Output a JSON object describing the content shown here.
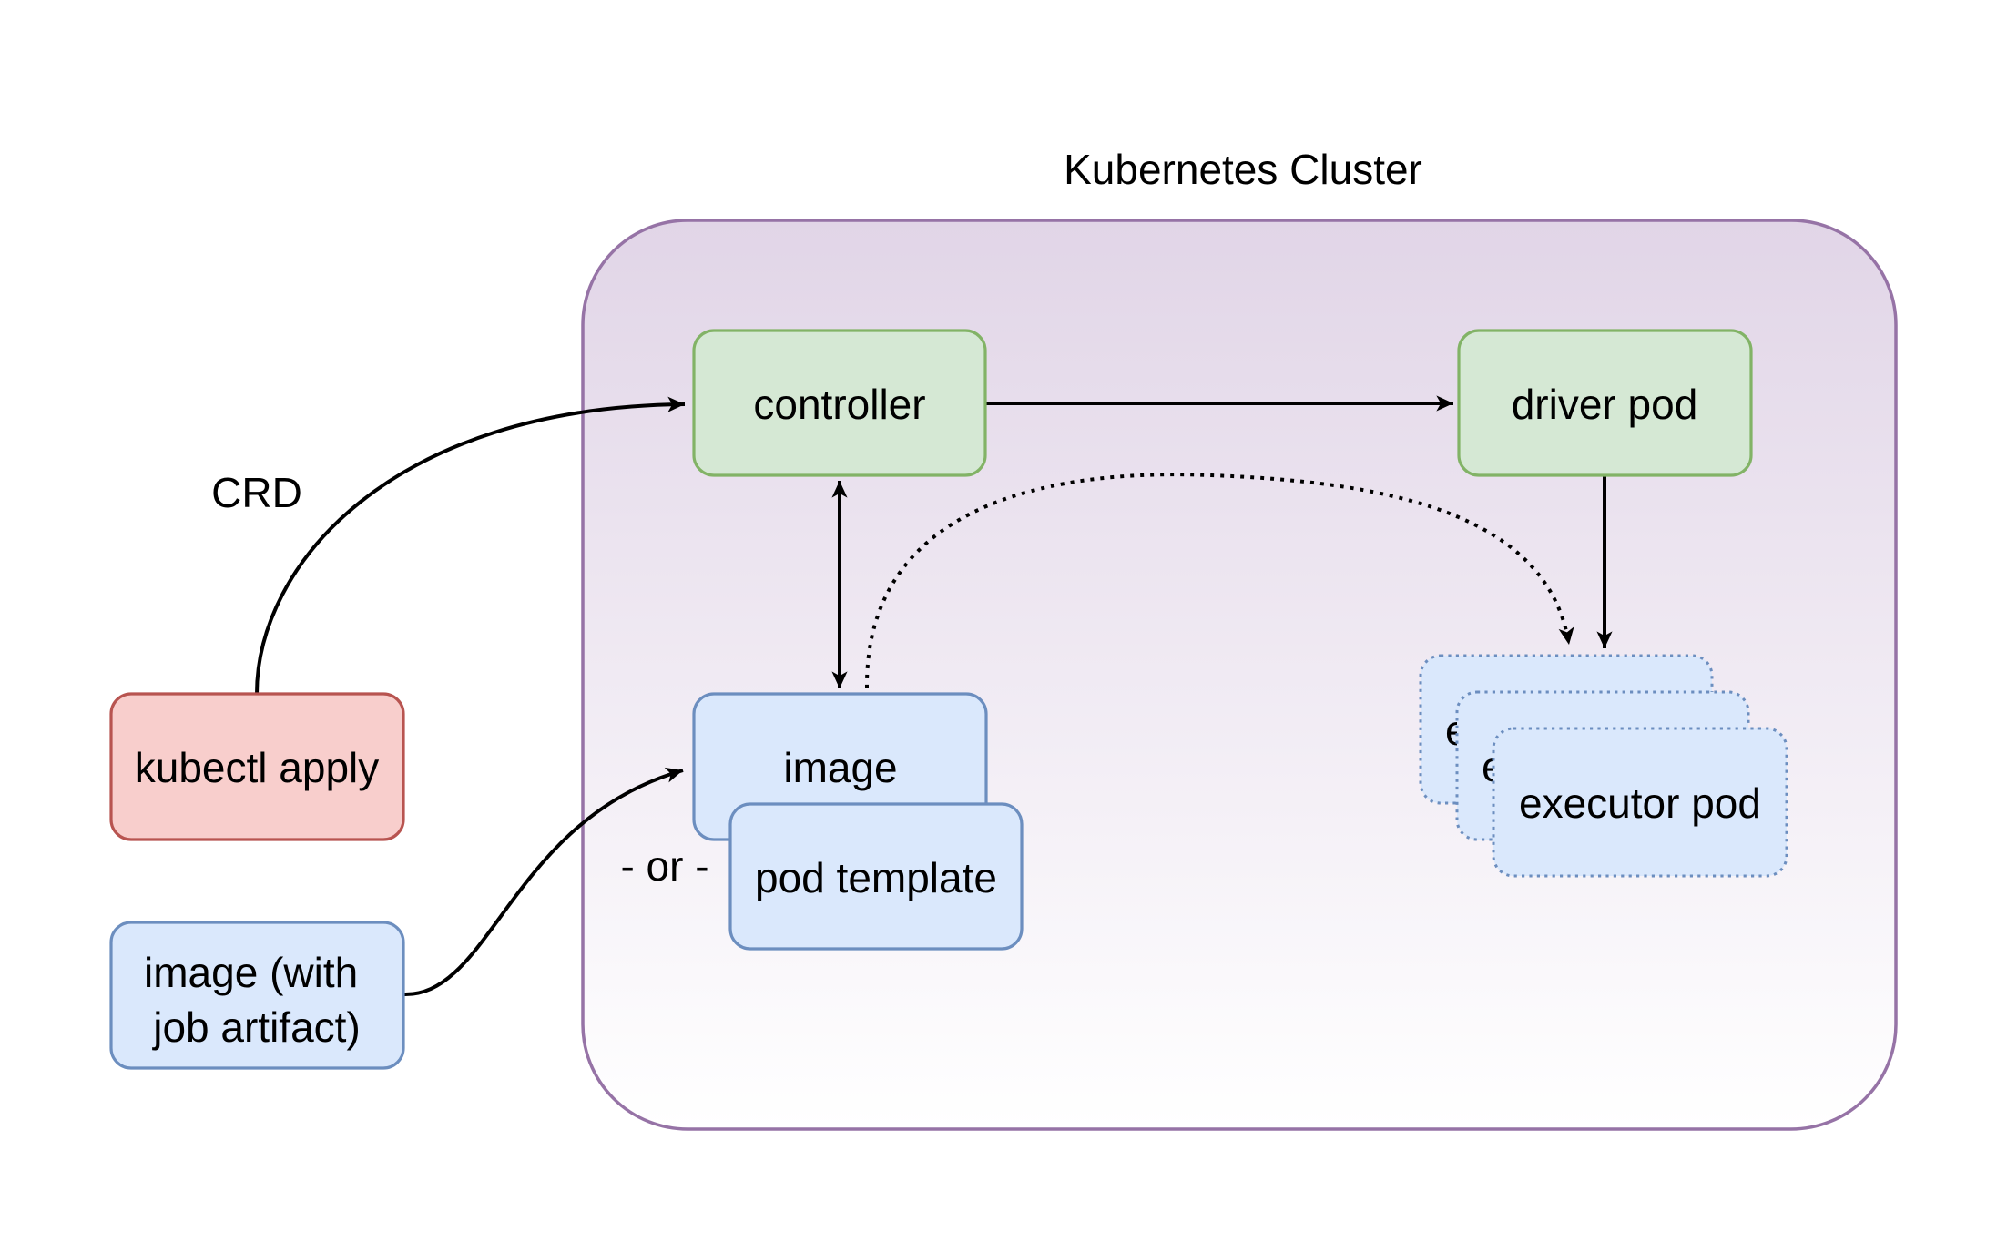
{
  "diagram": {
    "title": "Kubernetes Cluster",
    "cluster": {
      "fill_top": "#e1d5e7",
      "fill_bottom": "#ffffff",
      "stroke": "#9673a6"
    },
    "labels": {
      "crd": "CRD",
      "or": "- or -"
    },
    "arrow_color": "#000000",
    "nodes": {
      "kubectl_apply": {
        "label": "kubectl apply",
        "fill": "#f8cecc",
        "stroke": "#b85450"
      },
      "job_image": {
        "line1": "image (with",
        "line2": "job artifact)",
        "fill": "#dae8fc",
        "stroke": "#6c8ebf"
      },
      "controller": {
        "label": "controller",
        "fill": "#d5e8d4",
        "stroke": "#82b366"
      },
      "driver_pod": {
        "label": "driver pod",
        "fill": "#d5e8d4",
        "stroke": "#82b366"
      },
      "image": {
        "label": "image",
        "fill": "#dae8fc",
        "stroke": "#6c8ebf"
      },
      "pod_template": {
        "label": "pod template",
        "fill": "#dae8fc",
        "stroke": "#6c8ebf"
      },
      "executor_pod": {
        "label": "executor pod",
        "count": 3,
        "fill": "#dae8fc",
        "stroke": "#6c8ebf"
      }
    },
    "edges": [
      {
        "from": "kubectl apply",
        "to": "controller",
        "label": "CRD",
        "style": "solid curve",
        "arrow": "end"
      },
      {
        "from": "controller",
        "to": "driver pod",
        "style": "solid",
        "arrow": "end"
      },
      {
        "from": "controller",
        "to": "image",
        "style": "solid",
        "arrow": "both"
      },
      {
        "from": "image (with job artifact)",
        "to": "image",
        "style": "solid curve",
        "arrow": "end"
      },
      {
        "from": "driver pod",
        "to": "executor pod",
        "style": "solid",
        "arrow": "end"
      },
      {
        "from": "image",
        "to": "executor pod",
        "style": "dotted curve",
        "arrow": "end"
      },
      {
        "from": "image",
        "to": "pod template",
        "label": "- or -",
        "style": "alternative"
      }
    ]
  }
}
